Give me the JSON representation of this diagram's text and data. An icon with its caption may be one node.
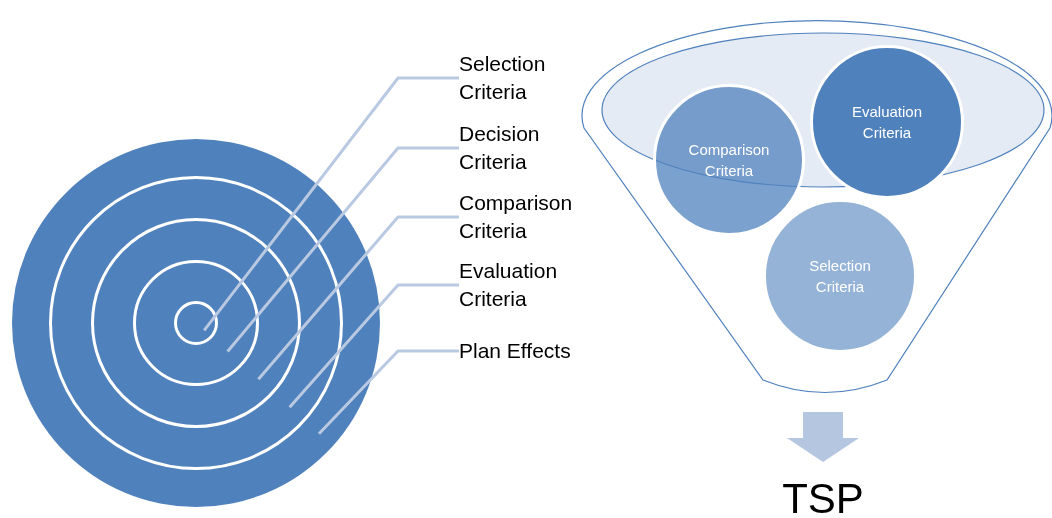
{
  "diagram": {
    "nodes": [
      {
        "text": [],
        "shape": "circle"
      },
      {
        "text": [],
        "shape": "circle",
        "in": 0
      },
      {
        "text": [],
        "shape": "circle",
        "in": 1
      },
      {
        "text": [],
        "shape": "circle",
        "in": 2
      },
      {
        "text": [],
        "shape": "circle",
        "in": 3
      },
      {
        "text": [
          "Selection Criteria"
        ]
      },
      {
        "text": [
          "Decision Criteria"
        ]
      },
      {
        "text": [
          "Comparison Criteria"
        ]
      },
      {
        "text": [
          "Evaluation Criteria"
        ]
      },
      {
        "text": [
          "Plan Effects"
        ]
      },
      {
        "text": [],
        "shape": "funnel"
      },
      {
        "text": [
          "Comparison Criteria"
        ],
        "in": 10
      },
      {
        "text": [
          "Evaluation Criteria"
        ],
        "in": 10
      },
      {
        "text": [
          "Selection Criteria"
        ],
        "in": 10
      },
      {
        "text": [
          "TSP"
        ]
      }
    ],
    "edges": [
      {
        "from": 5,
        "to": 4,
        "arrow": "none"
      },
      {
        "from": 6,
        "to": 3,
        "arrow": "none"
      },
      {
        "from": 7,
        "to": 2,
        "arrow": "none"
      },
      {
        "from": 8,
        "to": 1,
        "arrow": "none"
      },
      {
        "from": 9,
        "to": 0,
        "arrow": "none"
      },
      {
        "from": 10,
        "to": 14,
        "arrow": "to",
        "style": "thick"
      }
    ]
  }
}
